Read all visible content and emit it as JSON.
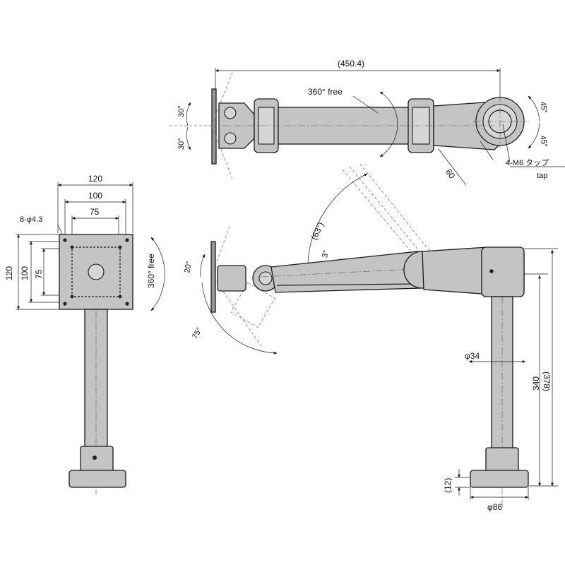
{
  "top_view": {
    "overall_length": "(450.4)",
    "rotation_free": "360° free",
    "tilt_up": "30°",
    "tilt_down": "30°",
    "offset": "60",
    "swivel_a": "45°",
    "swivel_b": "45°",
    "tap_label": "4-M6 タップ",
    "tap_label_en": "tap"
  },
  "vesa_view": {
    "width_outer": "120",
    "width_mid": "100",
    "width_inner": "75",
    "height_outer": "120",
    "height_mid": "100",
    "height_inner": "75",
    "holes": "8-φ4.3",
    "rotation_free": "360° free"
  },
  "side_view": {
    "lift_angle": "(63°)",
    "small_angle": "3°",
    "tilt_up": "20°",
    "tilt_down": "75°",
    "pole_diameter": "φ34",
    "pole_length": "340",
    "total_height": "(378)",
    "base_height": "(12)",
    "base_diameter": "φ86"
  }
}
